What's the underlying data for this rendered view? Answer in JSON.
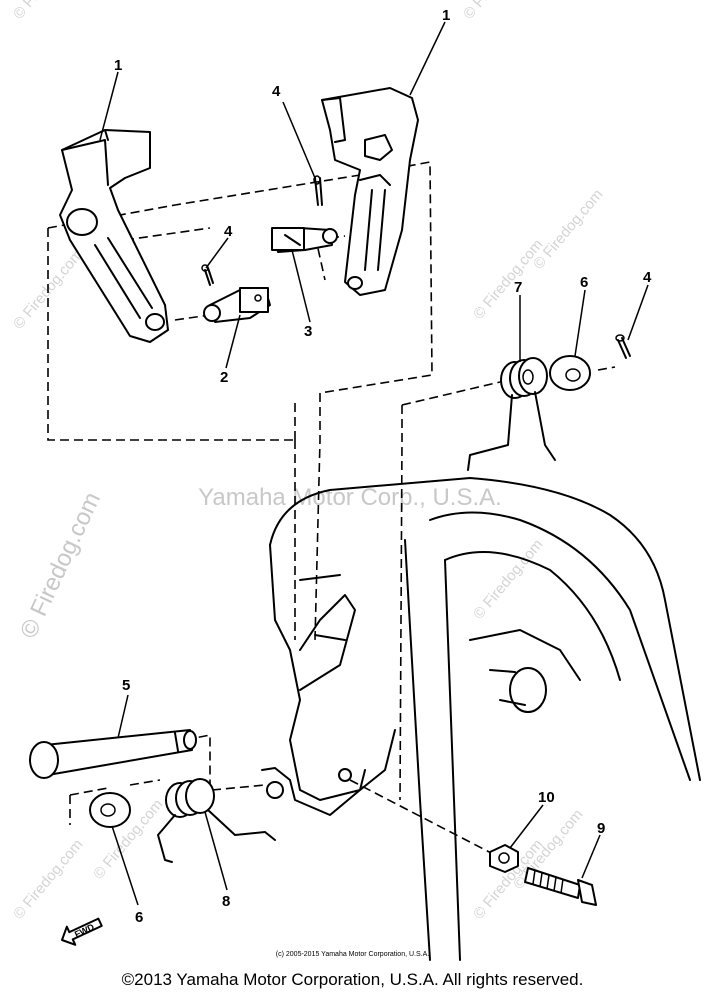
{
  "watermarks": {
    "center": "Yamaha Motor Corp., U.S.A.",
    "left_vertical": "© Firedog.com",
    "tile": "© Firedog.com"
  },
  "callouts": [
    {
      "id": "c1a",
      "label": "1"
    },
    {
      "id": "c1b",
      "label": "1"
    },
    {
      "id": "c4a",
      "label": "4"
    },
    {
      "id": "c4b",
      "label": "4"
    },
    {
      "id": "c2",
      "label": "2"
    },
    {
      "id": "c3",
      "label": "3"
    },
    {
      "id": "c7",
      "label": "7"
    },
    {
      "id": "c6a",
      "label": "6"
    },
    {
      "id": "c4c",
      "label": "4"
    },
    {
      "id": "c5",
      "label": "5"
    },
    {
      "id": "c10",
      "label": "10"
    },
    {
      "id": "c9",
      "label": "9"
    },
    {
      "id": "c6b",
      "label": "6"
    },
    {
      "id": "c8",
      "label": "8"
    }
  ],
  "fwd_label": "FWD",
  "small_copyright": "(c) 2005-2015 Yamaha Motor Corporation, U.S.A.",
  "footer": "©2013 Yamaha Motor Corporation, U.S.A. All rights reserved."
}
